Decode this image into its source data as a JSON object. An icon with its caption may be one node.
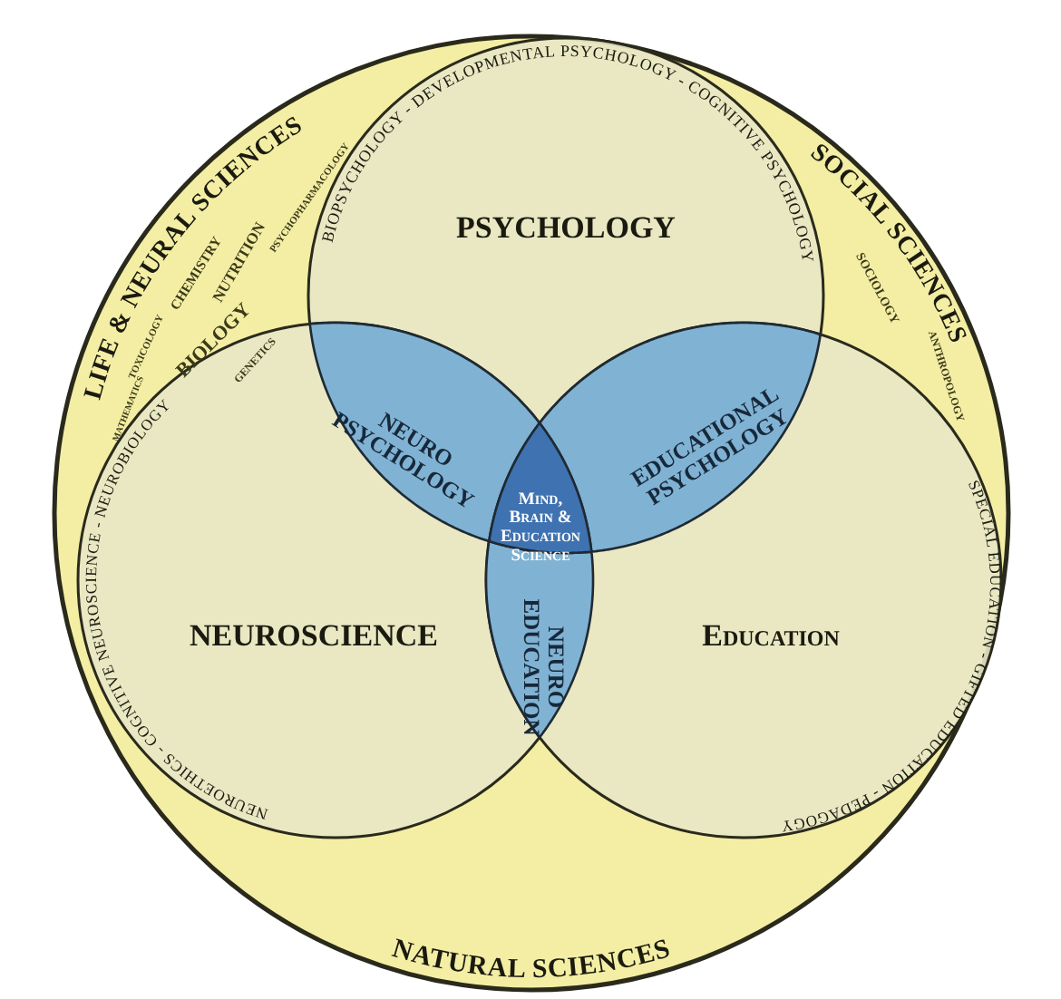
{
  "diagram": {
    "nodes": [
      {
        "text": [
          "LIFE & NEURAL SCIENCES",
          "SOCIAL SCIENCES",
          "NATURAL SCIENCES"
        ]
      },
      {
        "text": [
          "PSYCHOLOGY",
          "BIOPSYCHOLOGY - DEVELOPMENTAL PSYCHOLOGY - COGNITIVE PSYCHOLOGY"
        ],
        "in": 0
      },
      {
        "text": [
          "NEUROSCIENCE",
          "NEUROETHICS - COGNITIVE NEUROSCIENCE - NEUROBIOLOGY"
        ],
        "in": 0
      },
      {
        "text": [
          "Education",
          "SPECIAL EDUCATION - GIFTED EDUCATION - PEDAGOGY"
        ],
        "in": 0
      },
      {
        "text": [
          "NEURO PSYCHOLOGY"
        ]
      },
      {
        "text": [
          "EDUCATIONAL PSYCHOLOGY"
        ]
      },
      {
        "text": [
          "NEURO EDUCATION"
        ]
      },
      {
        "text": [
          "Mind, Brain & Education Science"
        ]
      }
    ],
    "labels": [
      "PSYCHOPHARMACOLOGY",
      "CHEMISTRY",
      "NUTRITION",
      "TOXICOLOGY",
      "BIOLOGY",
      "GENETICS",
      "MATHEMATICS",
      "SOCIOLOGY",
      "ANTHROPOLOGY"
    ]
  }
}
